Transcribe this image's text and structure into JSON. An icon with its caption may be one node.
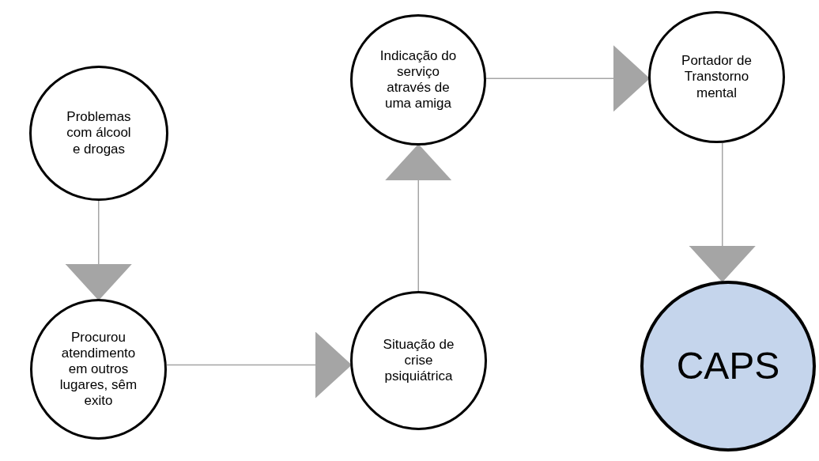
{
  "diagram": {
    "nodes": [
      {
        "text": [
          "Problemas com álcool e drogas"
        ]
      },
      {
        "text": [
          "Procurou atendimento em outros lugares, sêm exito"
        ]
      },
      {
        "text": [
          "Situação de crise psiquiátrica"
        ]
      },
      {
        "text": [
          "Indicação do serviço através de uma amiga"
        ]
      },
      {
        "text": [
          "Portador de Transtorno mental"
        ]
      },
      {
        "text": [
          "CAPS"
        ]
      }
    ],
    "edges": [
      {
        "from": 0,
        "to": 1,
        "arrow": "to"
      },
      {
        "from": 1,
        "to": 2,
        "arrow": "to"
      },
      {
        "from": 2,
        "to": 3,
        "arrow": "to"
      },
      {
        "from": 3,
        "to": 4,
        "arrow": "to"
      },
      {
        "from": 4,
        "to": 5,
        "arrow": "to"
      }
    ]
  }
}
